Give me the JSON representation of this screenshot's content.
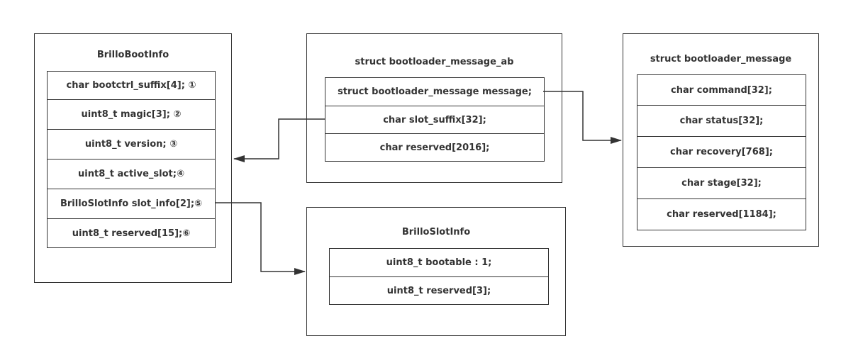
{
  "boxes": {
    "brillo_boot_info": {
      "title": "BrilloBootInfo",
      "fields": [
        "char bootctrl_suffix[4]; ①",
        "uint8_t magic[3]; ②",
        "uint8_t version; ③",
        "uint8_t active_slot;④",
        "BrilloSlotInfo slot_info[2];⑤",
        "uint8_t reserved[15];⑥"
      ]
    },
    "bootloader_message_ab": {
      "title": "struct bootloader_message_ab",
      "fields": [
        "struct bootloader_message message;",
        "char slot_suffix[32];",
        "char reserved[2016];"
      ]
    },
    "bootloader_message": {
      "title": "struct bootloader_message",
      "fields": [
        "char command[32];",
        "char status[32];",
        "char recovery[768];",
        "char stage[32];",
        "char reserved[1184];"
      ]
    },
    "brillo_slot_info": {
      "title": "BrilloSlotInfo",
      "fields": [
        "uint8_t bootable : 1;",
        "uint8_t reserved[3];"
      ]
    }
  },
  "colors": {
    "stroke": "#333333",
    "text": "#333333",
    "background": "#ffffff"
  }
}
